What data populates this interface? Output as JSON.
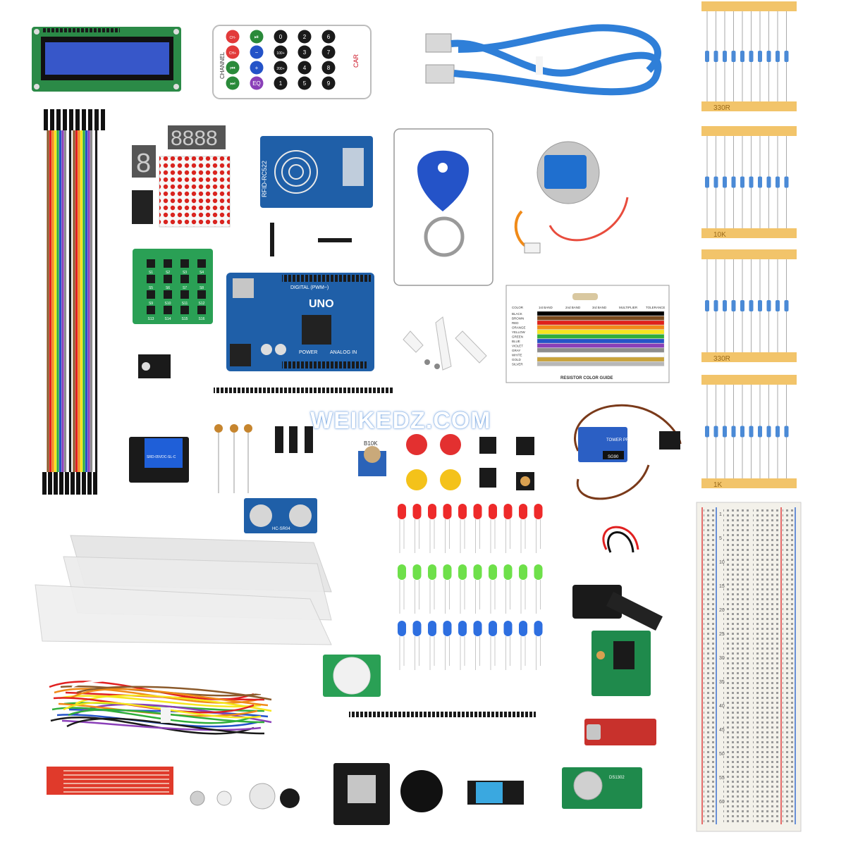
{
  "watermark": "WEIKEDZ.COM",
  "remote": {
    "channel_label": "CHANNEL",
    "keys": [
      "CH-",
      "CH+",
      "⏮",
      "⏭",
      "⏯",
      "−",
      "+",
      "EQ",
      "0",
      "100+",
      "200+",
      "1",
      "2",
      "3",
      "4",
      "5",
      "6",
      "7",
      "8",
      "9"
    ],
    "brand": "CAR"
  },
  "rfid": {
    "label": "RFID-RC522"
  },
  "uno": {
    "label": "UNO",
    "power": "POWER",
    "analog": "ANALOG IN",
    "digital": "DIGITAL (PWM~)"
  },
  "keypad": {
    "keys": [
      "S1",
      "S2",
      "S3",
      "S4",
      "S5",
      "S6",
      "S7",
      "S8",
      "S9",
      "S10",
      "S11",
      "S12",
      "S13",
      "S14",
      "S15",
      "S16"
    ]
  },
  "resistor_strips": [
    "330R",
    "10K",
    "330R",
    "1K"
  ],
  "color_guide": {
    "title": "RESISTOR COLOR GUIDE",
    "header": [
      "COLOR",
      "1st BAND",
      "2nd BAND",
      "3rd BAND",
      "MULTIPLIER",
      "TOLERANCE"
    ],
    "colors": [
      {
        "name": "BLACK",
        "hex": "#000000"
      },
      {
        "name": "BROWN",
        "hex": "#7a4a1e"
      },
      {
        "name": "RED",
        "hex": "#e0211b"
      },
      {
        "name": "ORANGE",
        "hex": "#f28a1a"
      },
      {
        "name": "YELLOW",
        "hex": "#f5e61e"
      },
      {
        "name": "GREEN",
        "hex": "#2fae3a"
      },
      {
        "name": "BLUE",
        "hex": "#2453c8"
      },
      {
        "name": "VIOLET",
        "hex": "#8a3fb8"
      },
      {
        "name": "GRAY",
        "hex": "#8d8d8d"
      },
      {
        "name": "WHITE",
        "hex": "#ffffff"
      },
      {
        "name": "GOLD",
        "hex": "#c9a33a"
      },
      {
        "name": "SILVER",
        "hex": "#b8b8b8"
      }
    ]
  },
  "servo": {
    "brand": "TOWER PRO",
    "model": "SG90"
  },
  "potentiometer": {
    "label": "B10K"
  },
  "ultrasonic": {
    "label": "HC-SR04"
  },
  "relay": {
    "label": "SRD-05VDC-SL-C"
  },
  "breadboard": {
    "row_numbers": [
      "1",
      "5",
      "10",
      "15",
      "20",
      "25",
      "30",
      "35",
      "40",
      "45",
      "50",
      "55",
      "60"
    ]
  },
  "rtc": {
    "label": "DS1302"
  },
  "colors": {
    "pcb_blue": "#1f5fa8",
    "pcb_green": "#1f8a4c",
    "pcb_red": "#c8312c",
    "resistor_tape": "#f2c46a",
    "usb_cable": "#2f7fd8",
    "led_red": "#ee2a2a",
    "led_green": "#6ee04a",
    "led_blue": "#2e6fe0"
  }
}
